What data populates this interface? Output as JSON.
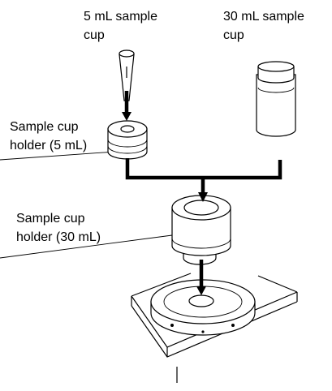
{
  "labels": {
    "cup_5ml_line1": "5 mL sample",
    "cup_5ml_line2": "cup",
    "cup_30ml_line1": "30 mL sample",
    "cup_30ml_line2": "cup",
    "holder_5ml_line1": "Sample cup",
    "holder_5ml_line2": "holder (5 mL)",
    "holder_30ml_line1": "Sample cup",
    "holder_30ml_line2": "holder (30 mL)"
  },
  "colors": {
    "line": "#000000",
    "background": "#ffffff"
  }
}
